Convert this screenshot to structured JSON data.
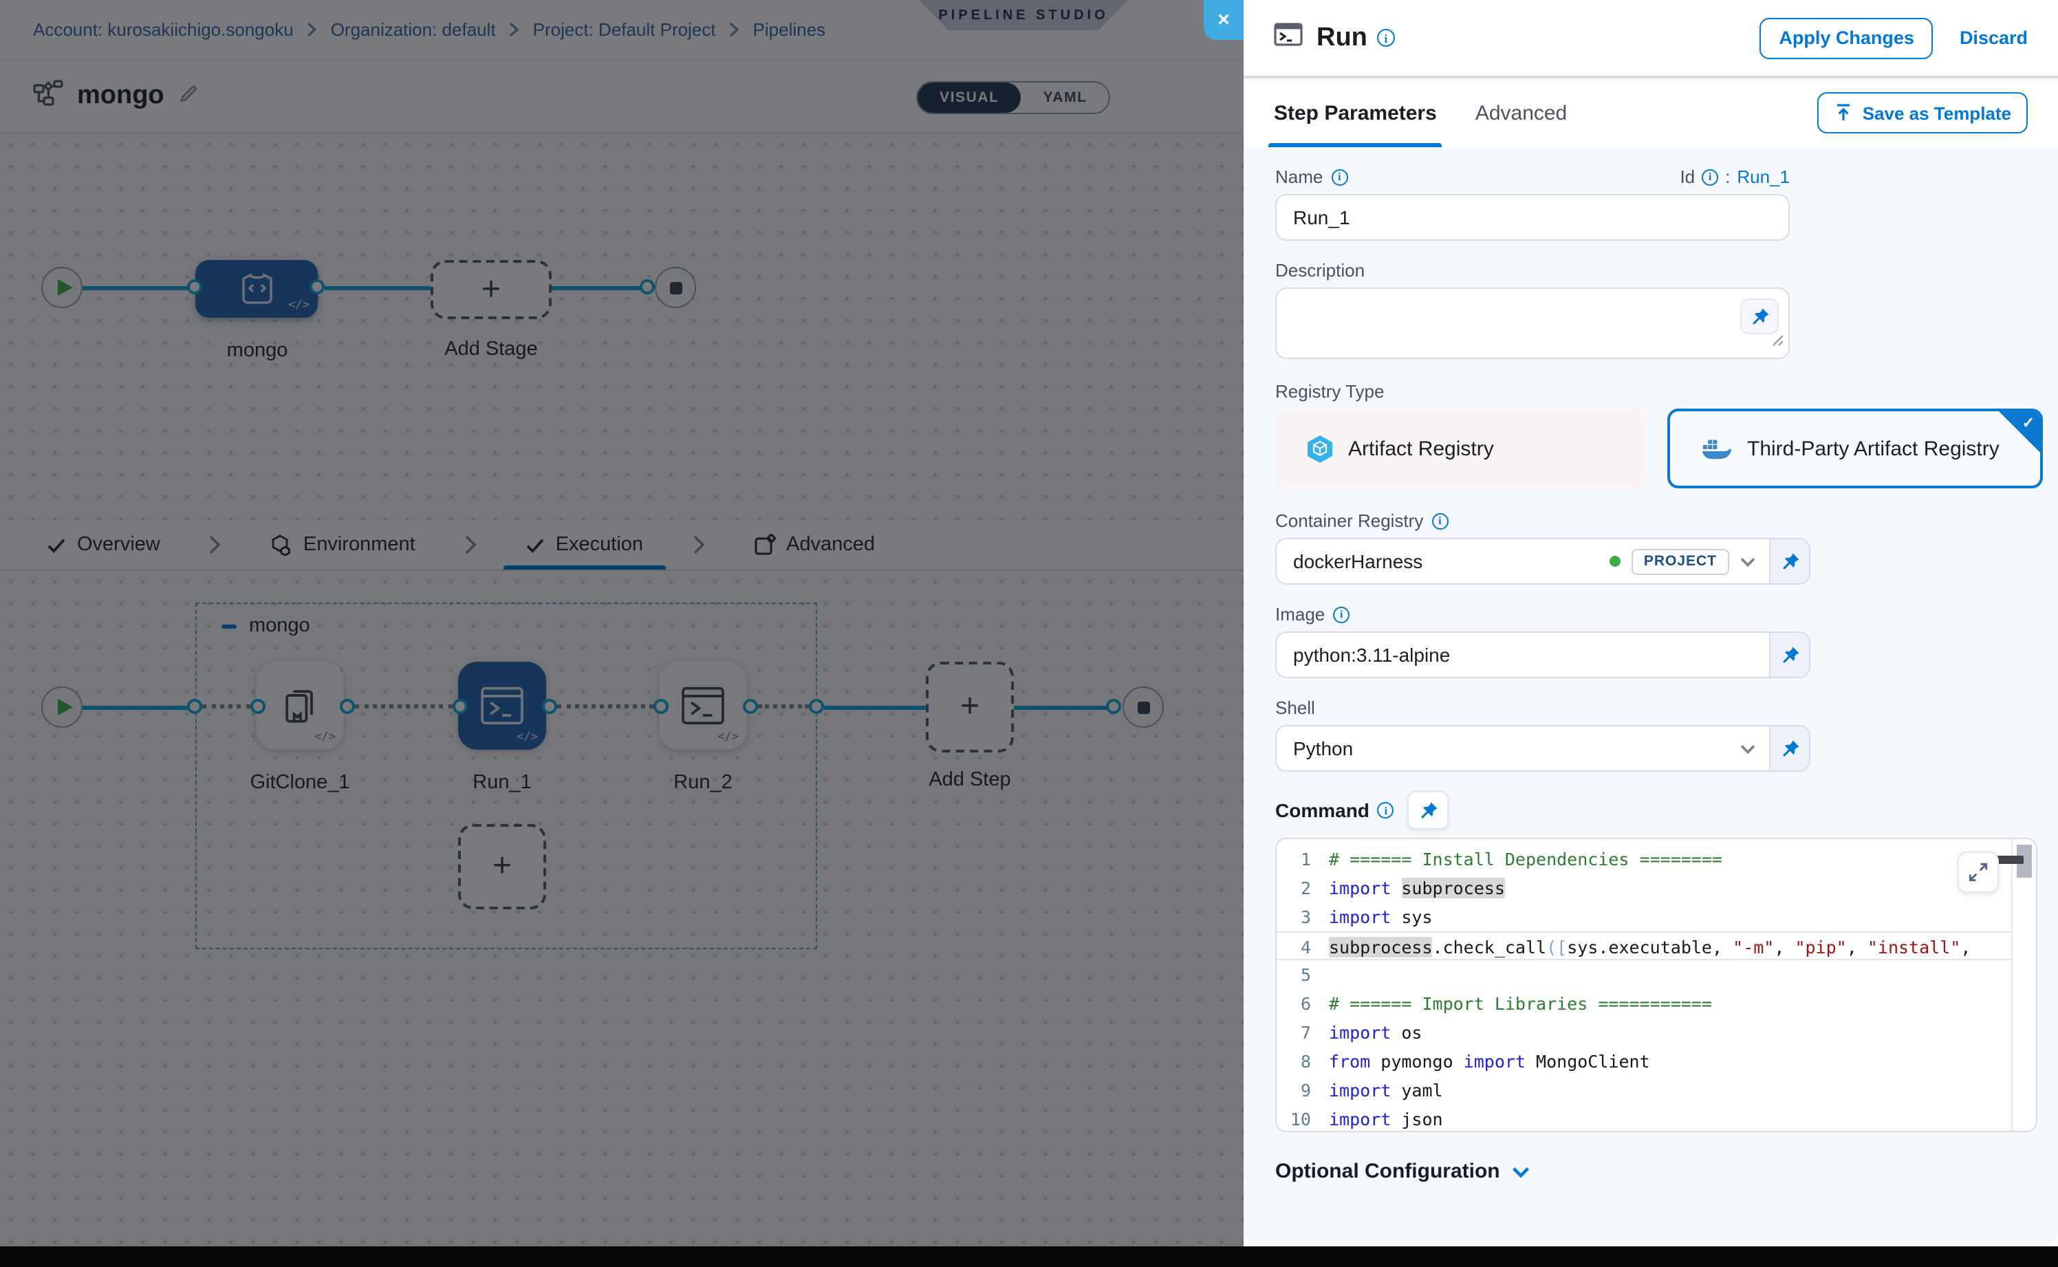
{
  "colors": {
    "accent": "#0278d5",
    "node_blue": "#2062ae",
    "connector_teal": "#0fa7d8",
    "close_button_blue": "#41ace2",
    "comment_green": "#2e7d32",
    "keyword_blue": "#2121d6",
    "string_red": "#a31515",
    "panel_bg": "#f5f8fc"
  },
  "breadcrumb": {
    "items": [
      "Account: kurosakiichigo.songoku",
      "Organization: default",
      "Project: Default Project",
      "Pipelines"
    ]
  },
  "studio_badge_label": "PIPELINE STUDIO",
  "close_label": "×",
  "pipeline": {
    "name": "mongo",
    "mode_toggle": {
      "visual": "VISUAL",
      "yaml": "YAML",
      "selected": "VISUAL"
    }
  },
  "stage_graph": {
    "stage_label": "mongo",
    "add_stage_label": "Add Stage"
  },
  "stage_tabs": {
    "overview": "Overview",
    "environment": "Environment",
    "execution": "Execution",
    "advanced": "Advanced",
    "active": "Execution"
  },
  "exec_graph": {
    "group_label": "mongo",
    "steps": [
      "GitClone_1",
      "Run_1",
      "Run_2"
    ],
    "selected_step": "Run_1",
    "add_step_label": "Add Step"
  },
  "panel": {
    "title": "Run",
    "apply_label": "Apply Changes",
    "discard_label": "Discard",
    "tab_step_parameters": "Step Parameters",
    "tab_advanced": "Advanced",
    "active_tab": "Step Parameters",
    "save_template_label": "Save as Template",
    "fields": {
      "name_label": "Name",
      "name_value": "Run_1",
      "id_label": "Id",
      "id_separator": ":",
      "id_value": "Run_1",
      "description_label": "Description",
      "description_value": "",
      "registry_type_label": "Registry Type",
      "artifact_registry_label": "Artifact Registry",
      "third_party_label": "Third-Party Artifact Registry",
      "selected_registry": "Third-Party Artifact Registry",
      "container_registry_label": "Container Registry",
      "container_registry_value": "dockerHarness",
      "container_registry_scope": "PROJECT",
      "image_label": "Image",
      "image_value": "python:3.11-alpine",
      "shell_label": "Shell",
      "shell_value": "Python",
      "command_label": "Command"
    },
    "code": {
      "lines": [
        {
          "n": 1,
          "tokens": [
            {
              "c": "comment",
              "t": "# ====== Install Dependencies ========"
            }
          ]
        },
        {
          "n": 2,
          "tokens": [
            {
              "c": "keyword",
              "t": "import"
            },
            {
              "c": "plain",
              "t": " "
            },
            {
              "c": "hl",
              "t": "subprocess"
            }
          ]
        },
        {
          "n": 3,
          "tokens": [
            {
              "c": "keyword",
              "t": "import"
            },
            {
              "c": "plain",
              "t": " sys"
            }
          ]
        },
        {
          "n": 4,
          "active": true,
          "tokens": [
            {
              "c": "hl",
              "t": "subprocess"
            },
            {
              "c": "plain",
              "t": ".check_call"
            },
            {
              "c": "bracket",
              "t": "(["
            },
            {
              "c": "plain",
              "t": "sys.executable, "
            },
            {
              "c": "string",
              "t": "\"-m\""
            },
            {
              "c": "plain",
              "t": ", "
            },
            {
              "c": "string",
              "t": "\"pip\""
            },
            {
              "c": "plain",
              "t": ", "
            },
            {
              "c": "string",
              "t": "\"install\""
            },
            {
              "c": "plain",
              "t": ","
            }
          ]
        },
        {
          "n": 5,
          "tokens": []
        },
        {
          "n": 6,
          "tokens": [
            {
              "c": "comment",
              "t": "# ====== Import Libraries ==========="
            }
          ]
        },
        {
          "n": 7,
          "tokens": [
            {
              "c": "keyword",
              "t": "import"
            },
            {
              "c": "plain",
              "t": " os"
            }
          ]
        },
        {
          "n": 8,
          "tokens": [
            {
              "c": "keyword",
              "t": "from"
            },
            {
              "c": "plain",
              "t": " pymongo "
            },
            {
              "c": "keyword",
              "t": "import"
            },
            {
              "c": "plain",
              "t": " MongoClient"
            }
          ]
        },
        {
          "n": 9,
          "tokens": [
            {
              "c": "keyword",
              "t": "import"
            },
            {
              "c": "plain",
              "t": " yaml"
            }
          ]
        },
        {
          "n": 10,
          "tokens": [
            {
              "c": "keyword",
              "t": "import"
            },
            {
              "c": "plain",
              "t": " json"
            }
          ]
        }
      ]
    },
    "optional_configuration_label": "Optional Configuration"
  }
}
